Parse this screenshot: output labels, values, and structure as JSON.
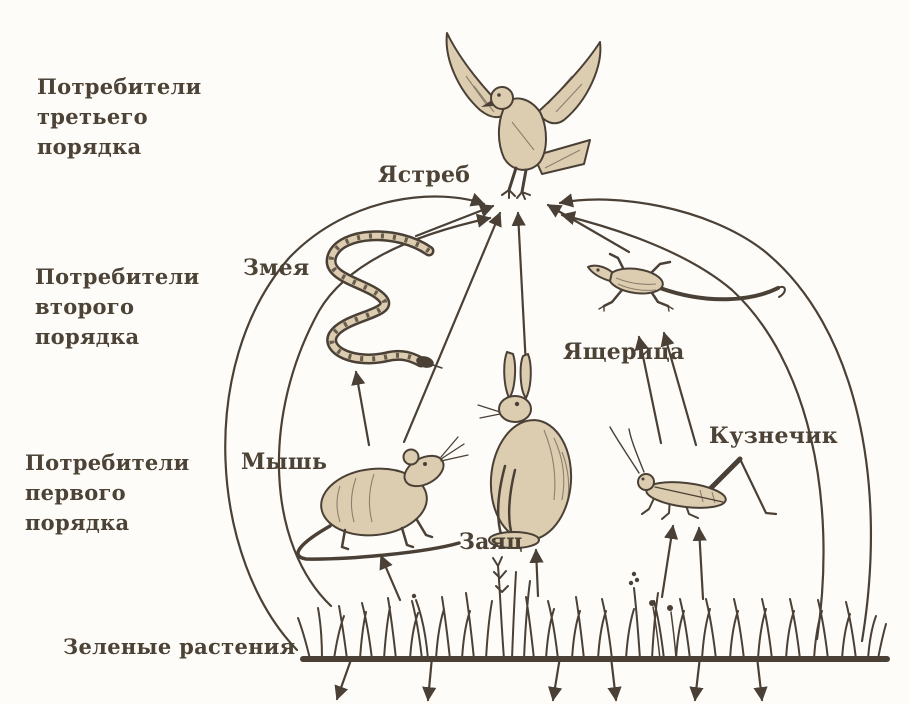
{
  "diagram_type": "food-web",
  "language": "ru",
  "colors": {
    "ink": "#4a4036",
    "paper": "#fdfcf9",
    "animal_fill": "#dccdb0"
  },
  "trophic_levels": [
    {
      "label_lines": [
        "Потребители",
        "третьего",
        "порядка"
      ]
    },
    {
      "label_lines": [
        "Потребители",
        "второго",
        "порядка"
      ]
    },
    {
      "label_lines": [
        "Потребители",
        "первого",
        "порядка"
      ]
    },
    {
      "label_lines": [
        "Зеленые растения"
      ]
    }
  ],
  "organisms": {
    "hawk": "Ястреб",
    "snake": "Змея",
    "lizard": "Ящерица",
    "mouse": "Мышь",
    "hare": "Заяц",
    "grasshopper": "Кузнечик",
    "plants": "Зеленые растения"
  },
  "food_web_edges": [
    {
      "from": "Зеленые растения",
      "to": "Мышь"
    },
    {
      "from": "Зеленые растения",
      "to": "Заяц"
    },
    {
      "from": "Зеленые растения",
      "to": "Кузнечик"
    },
    {
      "from": "Зеленые растения",
      "to": "Ястреб"
    },
    {
      "from": "Мышь",
      "to": "Змея"
    },
    {
      "from": "Мышь",
      "to": "Ястреб"
    },
    {
      "from": "Заяц",
      "to": "Ястреб"
    },
    {
      "from": "Кузнечик",
      "to": "Ящерица"
    },
    {
      "from": "Змея",
      "to": "Ястреб"
    },
    {
      "from": "Ящерица",
      "to": "Ястреб"
    }
  ]
}
